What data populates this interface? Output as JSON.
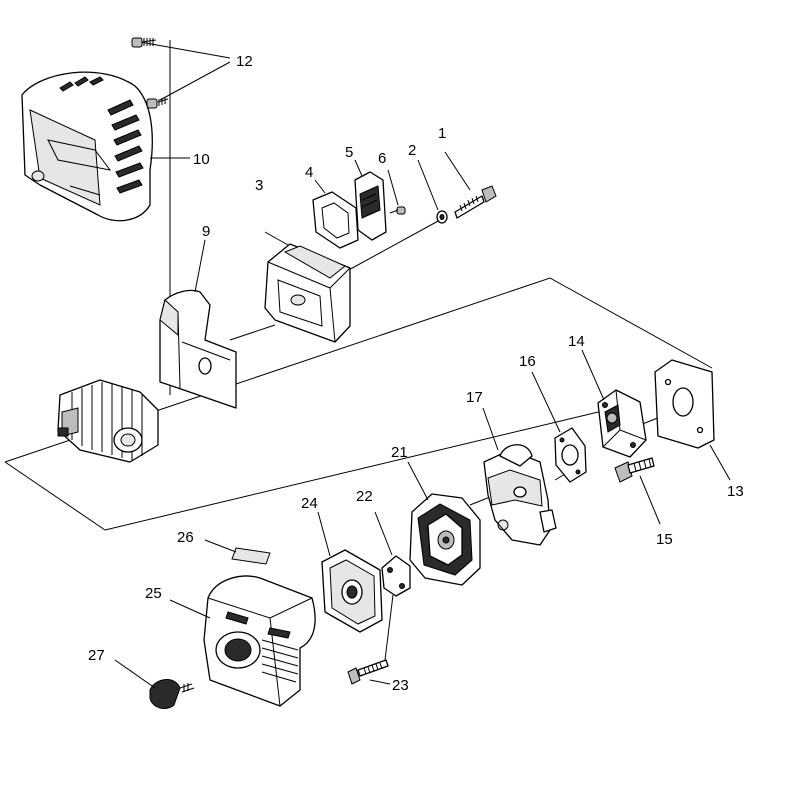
{
  "callouts": {
    "c1": "1",
    "c2": "2",
    "c3": "3",
    "c4": "4",
    "c5": "5",
    "c6": "6",
    "c9": "9",
    "c10": "10",
    "c12": "12",
    "c13": "13",
    "c14": "14",
    "c15": "15",
    "c16": "16",
    "c17": "17",
    "c21": "21",
    "c22": "22",
    "c23": "23",
    "c24": "24",
    "c25": "25",
    "c26": "26",
    "c27": "27"
  }
}
